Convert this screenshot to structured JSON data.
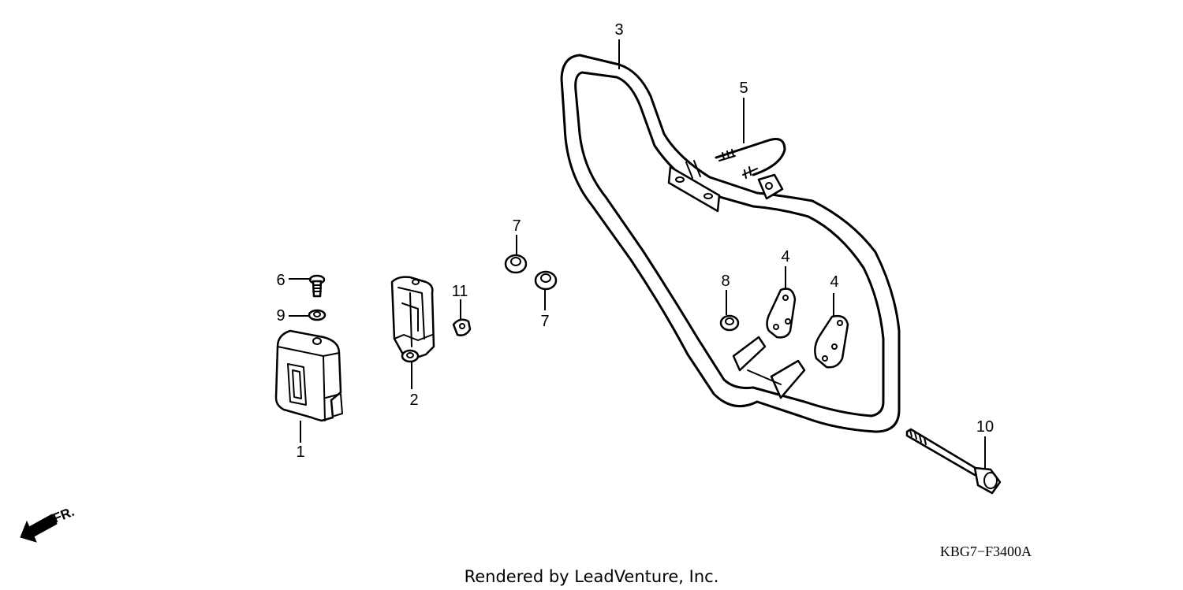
{
  "diagram": {
    "callouts": [
      {
        "id": "c1",
        "text": "1"
      },
      {
        "id": "c2",
        "text": "2"
      },
      {
        "id": "c3",
        "text": "3"
      },
      {
        "id": "c4a",
        "text": "4"
      },
      {
        "id": "c4b",
        "text": "4"
      },
      {
        "id": "c5",
        "text": "5"
      },
      {
        "id": "c6",
        "text": "6"
      },
      {
        "id": "c7a",
        "text": "7"
      },
      {
        "id": "c7b",
        "text": "7"
      },
      {
        "id": "c8",
        "text": "8"
      },
      {
        "id": "c9",
        "text": "9"
      },
      {
        "id": "c10",
        "text": "10"
      },
      {
        "id": "c11",
        "text": "11"
      }
    ],
    "direction_label": "FR.",
    "diagram_code": "KBG7−F3400A",
    "credit": "Rendered by LeadVenture, Inc."
  },
  "colors": {
    "line": "#000000",
    "background": "#ffffff"
  },
  "icons": {
    "front_arrow": "arrow-left-down-icon"
  }
}
